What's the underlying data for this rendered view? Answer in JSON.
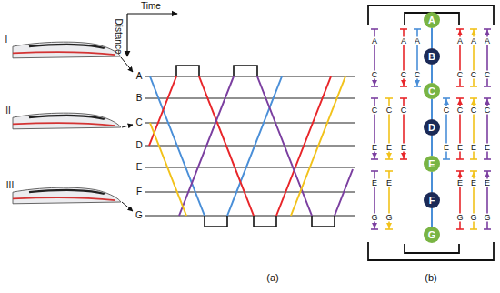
{
  "diagram": {
    "nodes": [
      {
        "text": [
          "A"
        ]
      },
      {
        "text": [
          "B"
        ]
      },
      {
        "text": [
          "C"
        ]
      },
      {
        "text": [
          "D"
        ]
      },
      {
        "text": [
          "E"
        ]
      },
      {
        "text": [
          "F"
        ]
      },
      {
        "text": [
          "G"
        ]
      }
    ],
    "edges": [
      {
        "from": 0,
        "to": 1,
        "arrow": "none"
      },
      {
        "from": 1,
        "to": 2,
        "arrow": "none"
      },
      {
        "from": 2,
        "to": 3,
        "arrow": "none"
      },
      {
        "from": 3,
        "to": 4,
        "arrow": "none"
      },
      {
        "from": 4,
        "to": 5,
        "arrow": "none"
      },
      {
        "from": 5,
        "to": 6,
        "arrow": "none"
      }
    ],
    "labels": [
      "Time",
      "Distance",
      "I",
      "II",
      "III",
      "A",
      "B",
      "C",
      "D",
      "E",
      "F",
      "G",
      "(a)",
      "(b)",
      "A",
      "C",
      "C",
      "E",
      "E",
      "G",
      "C",
      "E",
      "E",
      "G",
      "A",
      "C",
      "C",
      "E",
      "A",
      "C",
      "C",
      "E",
      "A",
      "C",
      "C",
      "E",
      "E",
      "G",
      "A",
      "C",
      "C",
      "E",
      "E",
      "G",
      "A",
      "C",
      "C",
      "E",
      "E",
      "G"
    ]
  }
}
